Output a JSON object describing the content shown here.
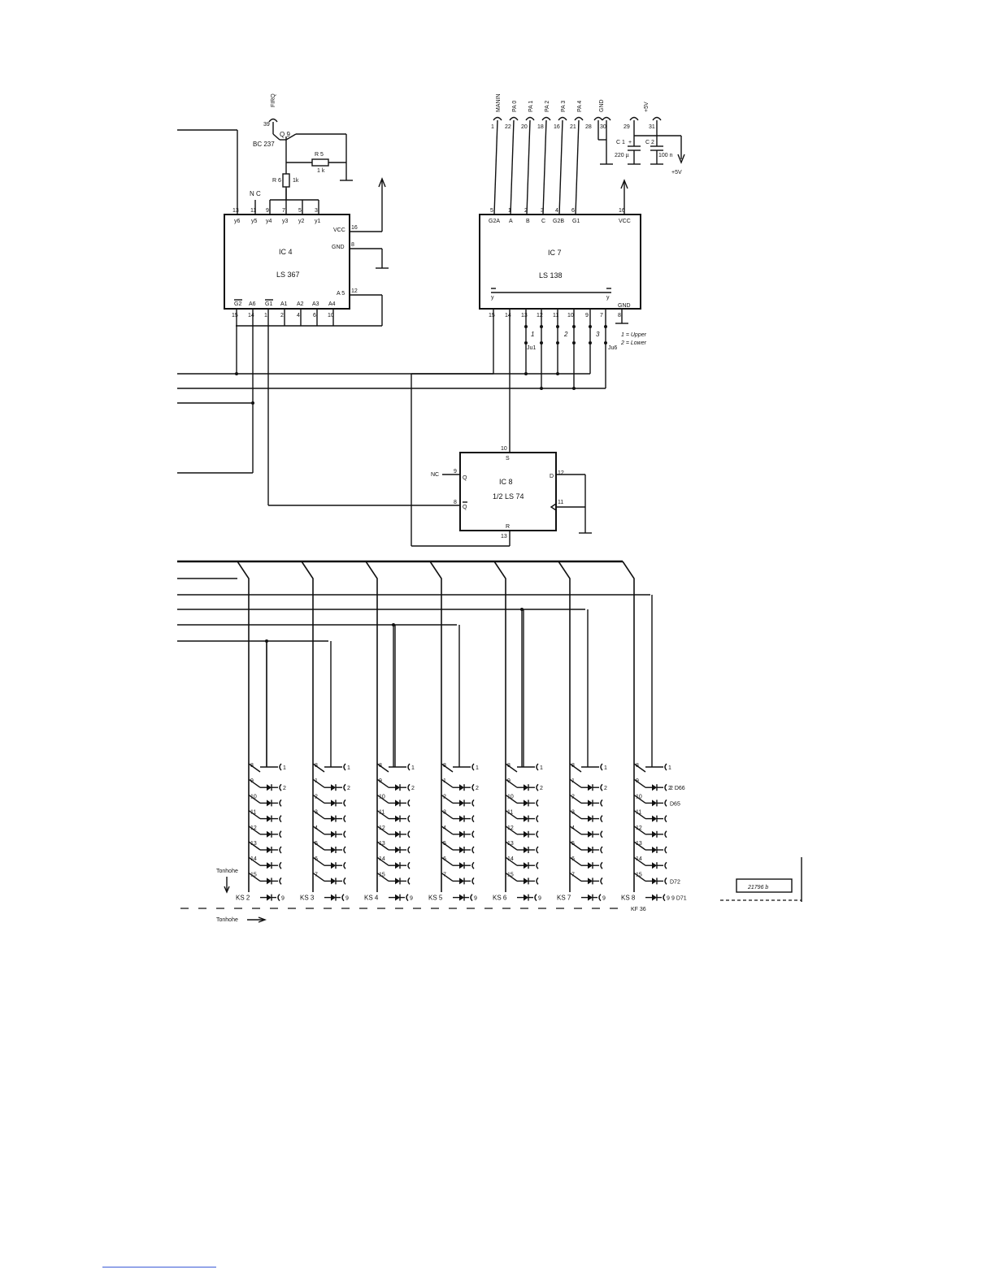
{
  "colors": {
    "ink": "#111111",
    "paper": "#ffffff",
    "footer_rule": "#3b5bd6"
  },
  "ic4": {
    "name": "IC 4",
    "part": "LS 367",
    "top_pins": [
      "13",
      "11",
      "9",
      "7",
      "5",
      "3"
    ],
    "top_labels": [
      "y6",
      "y5",
      "y4",
      "y3",
      "y2",
      "y1"
    ],
    "right_pins": [
      "16",
      "8",
      "12"
    ],
    "right_labels": [
      "VCC",
      "GND",
      "A 5"
    ],
    "bottom_pins": [
      "15",
      "14",
      "1",
      "2",
      "4",
      "6",
      "10"
    ],
    "bottom_labels": [
      "G2",
      "A6",
      "G1",
      "A1",
      "A2",
      "A3",
      "A4"
    ],
    "nc": "N C"
  },
  "transistor": {
    "ref": "Q 9",
    "part": "BC 237",
    "pin": "39",
    "signal": "FIRQ"
  },
  "r5": {
    "ref": "R 5",
    "value": "1 k"
  },
  "r6": {
    "ref": "R 6",
    "value": "1k"
  },
  "ic7": {
    "name": "IC  7",
    "part": "LS 138",
    "top_pins": [
      "5",
      "1",
      "2",
      "3",
      "4",
      "6",
      "16"
    ],
    "top_labels": [
      "G2A",
      "A",
      "B",
      "C",
      "G2B",
      "G1",
      "VCC"
    ],
    "bottom_pins": [
      "15",
      "14",
      "13",
      "12",
      "11",
      "10",
      "9",
      "7",
      "8"
    ],
    "bottom_labels": [
      "y",
      "y",
      "GND"
    ]
  },
  "connector": {
    "pins": [
      "1",
      "22",
      "20",
      "18",
      "16",
      "21",
      "28",
      "30",
      "29",
      "31"
    ],
    "signals": [
      "MANIN",
      "PA 0",
      "PA 1",
      "PA 2",
      "PA 3",
      "PA 4",
      "GND",
      "+5V"
    ]
  },
  "c1": {
    "ref": "C 1",
    "plus": "+",
    "value": "220 µ"
  },
  "c2": {
    "ref": "C 2",
    "value": "100 n"
  },
  "supply_label": "+5V",
  "jumpers": {
    "jumper_numbers": [
      "1",
      "2",
      "3"
    ],
    "labels": [
      "Ju1",
      "Ju6"
    ],
    "legend": [
      "1 = Upper",
      "2 = Lower"
    ]
  },
  "ic8": {
    "name": "IC 8",
    "part": "1/2  LS 74",
    "pins": {
      "s": "10",
      "r": "13",
      "q": "9",
      "qn": "8",
      "d": "12",
      "clk": "11"
    },
    "pin_labels": [
      "S",
      "R",
      "Q",
      "Q",
      "D"
    ],
    "nc": "NC"
  },
  "key_groups": [
    {
      "label": "KS 2",
      "pins": [
        "8",
        "9",
        "10",
        "11",
        "12",
        "13",
        "14",
        "15"
      ],
      "extra": []
    },
    {
      "label": "KS 3",
      "pins": [
        "8",
        "1",
        "2",
        "3",
        "4",
        "5",
        "6",
        "7"
      ],
      "extra": []
    },
    {
      "label": "KS 4",
      "pins": [
        "8",
        "9",
        "10",
        "11",
        "12",
        "13",
        "14",
        "15"
      ],
      "extra": []
    },
    {
      "label": "KS 5",
      "pins": [
        "8",
        "1",
        "2",
        "3",
        "4",
        "5",
        "6",
        "7"
      ],
      "extra": []
    },
    {
      "label": "KS 6",
      "pins": [
        "8",
        "9",
        "10",
        "11",
        "12",
        "13",
        "14",
        "15"
      ],
      "extra": []
    },
    {
      "label": "KS 7",
      "pins": [
        "8",
        "1",
        "2",
        "3",
        "4",
        "5",
        "6",
        "7"
      ],
      "extra": []
    },
    {
      "label": "KS 8",
      "pins": [
        "8",
        "9",
        "10",
        "11",
        "12",
        "13",
        "14",
        "15"
      ],
      "extra": [
        "2 D66",
        "D65",
        "D72",
        "9 D71"
      ]
    }
  ],
  "contact_labels": [
    "1",
    "2",
    "9"
  ],
  "tonhohe_label": "Tonhohe",
  "strip_label": "KF 36",
  "drawing_number": "21796 b"
}
